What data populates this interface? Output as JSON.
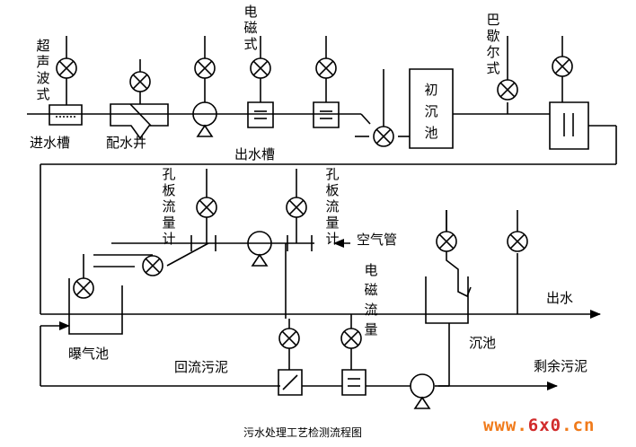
{
  "caption": "污水处理工艺检测流程图",
  "watermark": {
    "prefix": "www.",
    "mid": "6x0",
    "suffix": ".cn"
  },
  "labels": {
    "ultrasonic": "超声波式",
    "inlet_tank": "进水槽",
    "distribution_well": "配水井",
    "electromagnetic_top": "电磁式",
    "outlet_tank": "出水槽",
    "primary_tank": "初沉池",
    "parshall": "巴歇尔式",
    "orifice_left": "孔板流量计",
    "orifice_right": "孔板流量计",
    "air_pipe": "空气管",
    "em_flow": "电磁流量",
    "aeration_tank": "曝气池",
    "return_sludge": "回流污泥",
    "settling_tank": "沉池",
    "effluent": "出水",
    "excess_sludge": "剩余污泥"
  },
  "colors": {
    "line": "#000000",
    "watermark_orange": "#f07a1a",
    "watermark_red": "#d12a2a"
  }
}
